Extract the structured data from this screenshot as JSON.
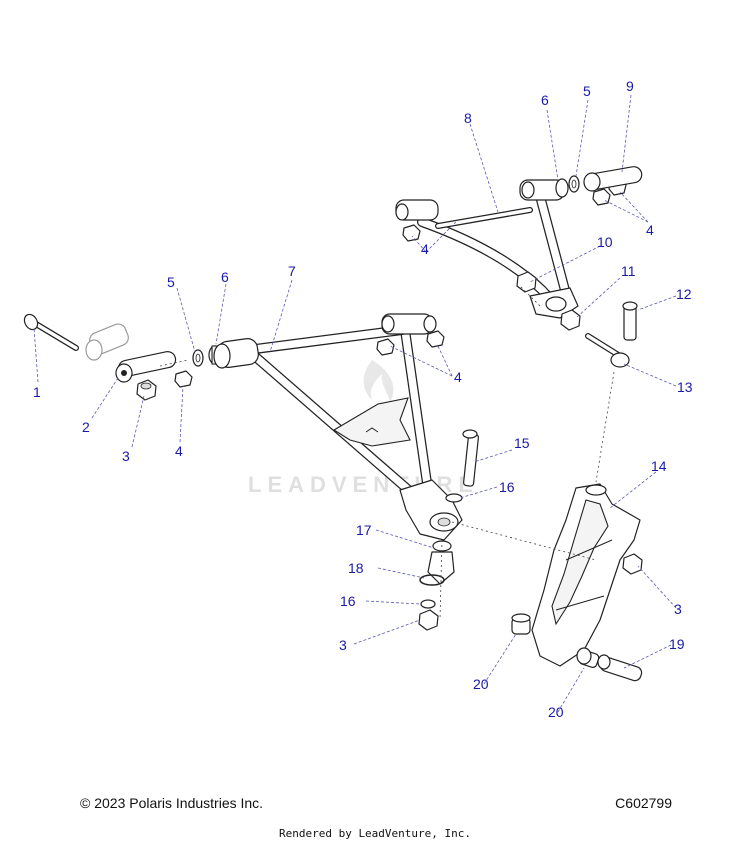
{
  "callouts": [
    {
      "label": "1"
    },
    {
      "label": "2"
    },
    {
      "label": "3"
    },
    {
      "label": "4"
    },
    {
      "label": "5"
    },
    {
      "label": "6"
    },
    {
      "label": "7"
    },
    {
      "label": "4"
    },
    {
      "label": "8"
    },
    {
      "label": "6"
    },
    {
      "label": "5"
    },
    {
      "label": "9"
    },
    {
      "label": "4"
    },
    {
      "label": "4"
    },
    {
      "label": "10"
    },
    {
      "label": "11"
    },
    {
      "label": "12"
    },
    {
      "label": "13"
    },
    {
      "label": "14"
    },
    {
      "label": "15"
    },
    {
      "label": "16"
    },
    {
      "label": "17"
    },
    {
      "label": "18"
    },
    {
      "label": "16"
    },
    {
      "label": "3"
    },
    {
      "label": "3"
    },
    {
      "label": "19"
    },
    {
      "label": "20"
    },
    {
      "label": "20"
    }
  ],
  "watermark": "LEADVENTURE",
  "footer": {
    "copyright": "© 2023 Polaris Industries Inc.",
    "diagram_code": "C602799",
    "rendered_by": "Rendered by LeadVenture, Inc."
  }
}
